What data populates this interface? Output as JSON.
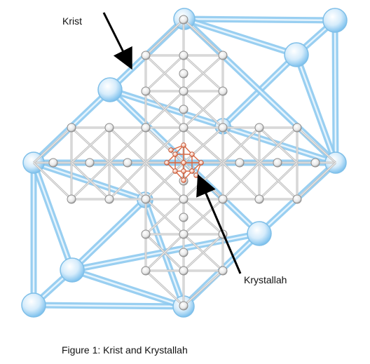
{
  "labels": {
    "krist": "Krist",
    "krystallah": "Krystallah"
  },
  "caption": "Figure 1:  Krist and Krystallah",
  "colors": {
    "krist_lattice": "#8fcaf0",
    "krist_nodes": "#a9d6f4",
    "inner_lattice": "#cfcfcf",
    "inner_nodes": "#e8e8e8",
    "krystallah": "#d96a45",
    "arrows": "#000000"
  }
}
